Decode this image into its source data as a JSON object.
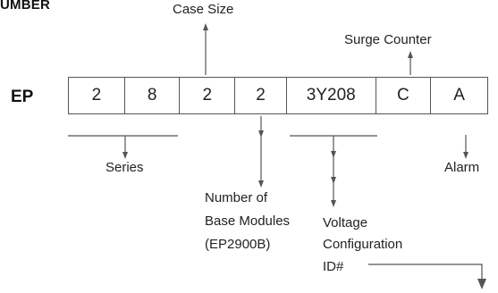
{
  "heading": "UMBER",
  "prefix": "EP",
  "segments": [
    {
      "value": "2"
    },
    {
      "value": "8"
    },
    {
      "value": "2"
    },
    {
      "value": "2"
    },
    {
      "value": "3Y208"
    },
    {
      "value": "C"
    },
    {
      "value": "A"
    }
  ],
  "labels": {
    "case_size": "Case Size",
    "surge_counter": "Surge Counter",
    "series": "Series",
    "base_modules_line1": "Number of",
    "base_modules_line2": "Base Modules",
    "base_modules_line3": "(EP2900B)",
    "voltage_line1": "Voltage",
    "voltage_line2": "Configuration",
    "voltage_line3": "ID#",
    "alarm": "Alarm"
  },
  "colors": {
    "line": "#555555",
    "text": "#222222"
  }
}
